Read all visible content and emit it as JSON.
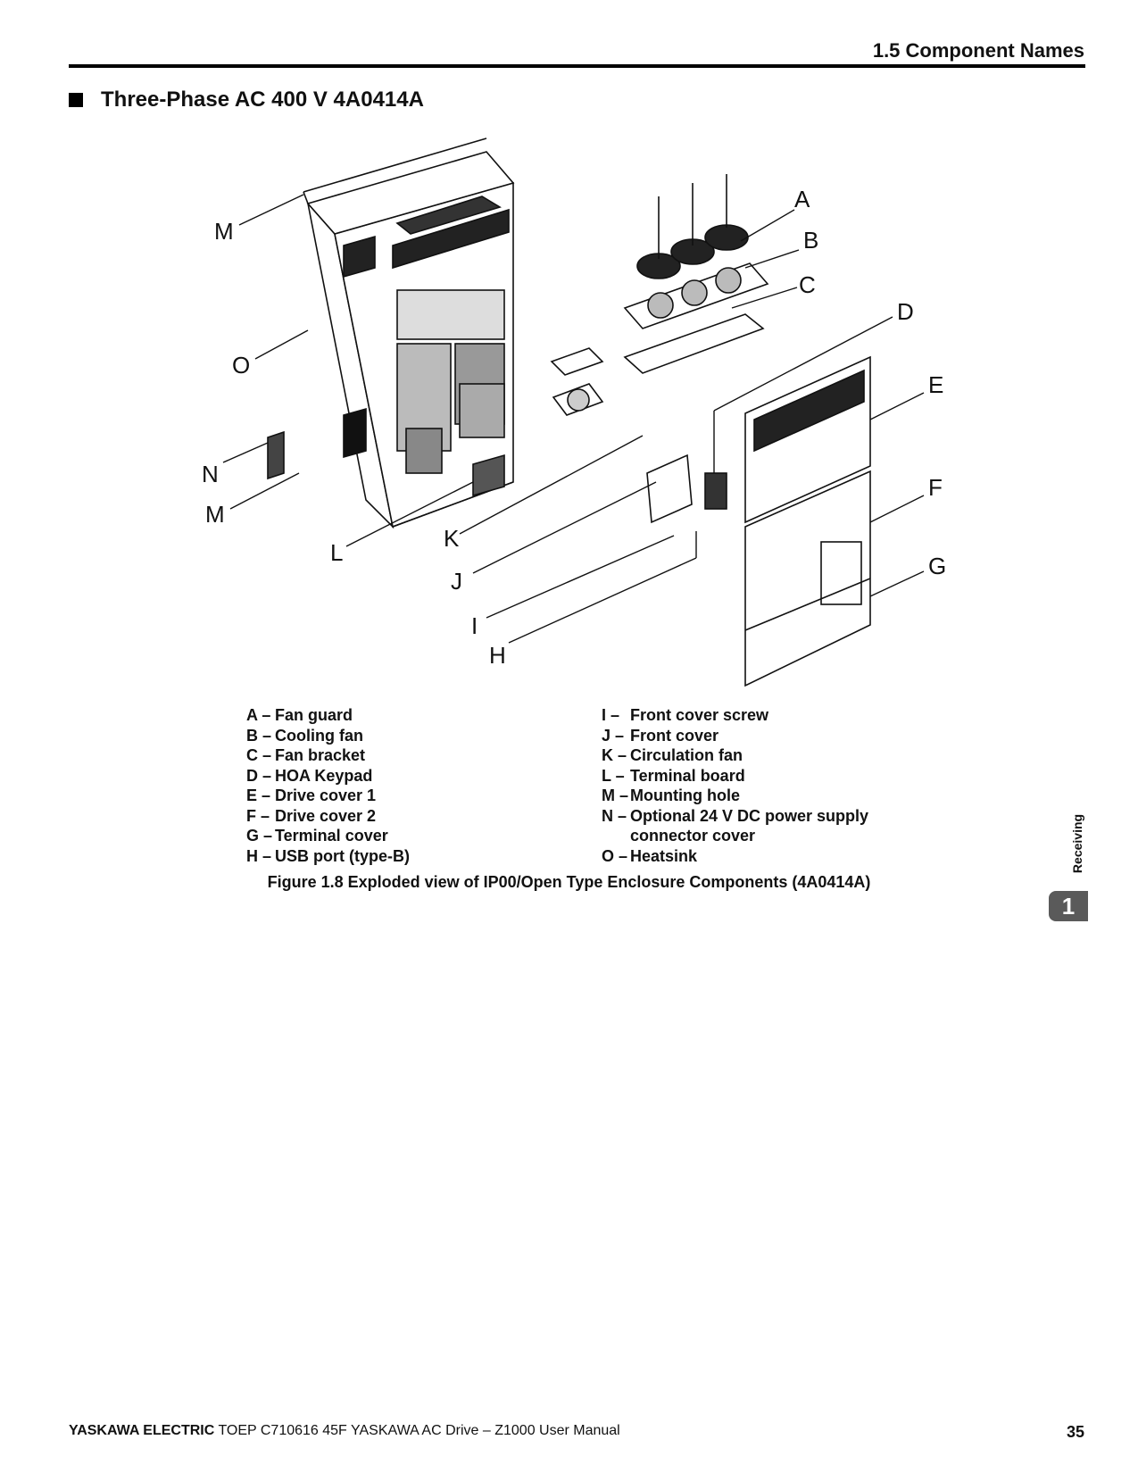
{
  "header": {
    "title": "1.5 Component Names"
  },
  "section": {
    "heading": "Three-Phase AC 400 V 4A0414A"
  },
  "figure": {
    "callouts": [
      "A",
      "B",
      "C",
      "D",
      "E",
      "F",
      "G",
      "M",
      "O",
      "N",
      "M",
      "L",
      "K",
      "J",
      "I",
      "H"
    ],
    "caption": "Figure 1.8  Exploded view of IP00/Open Type Enclosure Components (4A0414A)"
  },
  "legend": {
    "left": [
      {
        "key": "A –",
        "label": "Fan guard"
      },
      {
        "key": "B –",
        "label": "Cooling fan"
      },
      {
        "key": "C –",
        "label": "Fan bracket"
      },
      {
        "key": "D –",
        "label": "HOA Keypad"
      },
      {
        "key": "E –",
        "label": "Drive cover 1"
      },
      {
        "key": "F –",
        "label": "Drive cover 2"
      },
      {
        "key": "G –",
        "label": "Terminal cover"
      },
      {
        "key": "H –",
        "label": "USB port (type-B)"
      }
    ],
    "right": [
      {
        "key": "I  –",
        "label": "Front cover screw"
      },
      {
        "key": "J –",
        "label": "Front cover"
      },
      {
        "key": "K –",
        "label": "Circulation fan"
      },
      {
        "key": "L –",
        "label": "Terminal board"
      },
      {
        "key": "M –",
        "label": "Mounting hole"
      },
      {
        "key": "N –",
        "label": "Optional 24 V DC power supply"
      },
      {
        "key": "",
        "label": "connector cover"
      },
      {
        "key": "O –",
        "label": "Heatsink"
      }
    ]
  },
  "side_tab": {
    "section_label": "Receiving",
    "chapter_number": "1"
  },
  "footer": {
    "brand": "YASKAWA ELECTRIC",
    "doc": "TOEP C710616 45F YASKAWA AC Drive – Z1000 User Manual",
    "page": "35"
  }
}
